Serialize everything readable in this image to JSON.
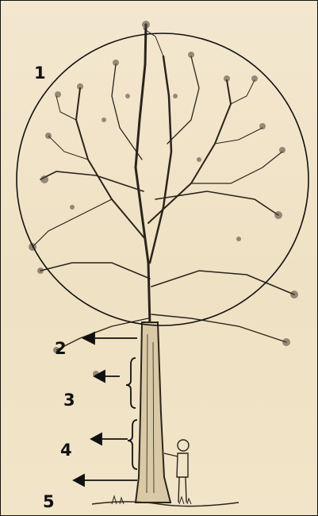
{
  "figure": {
    "labels": [
      "1",
      "2",
      "3",
      "4",
      "5"
    ],
    "colors": {
      "paper": "#f0e3c6",
      "ink": "#2a241c",
      "annotation": "#111111"
    }
  }
}
